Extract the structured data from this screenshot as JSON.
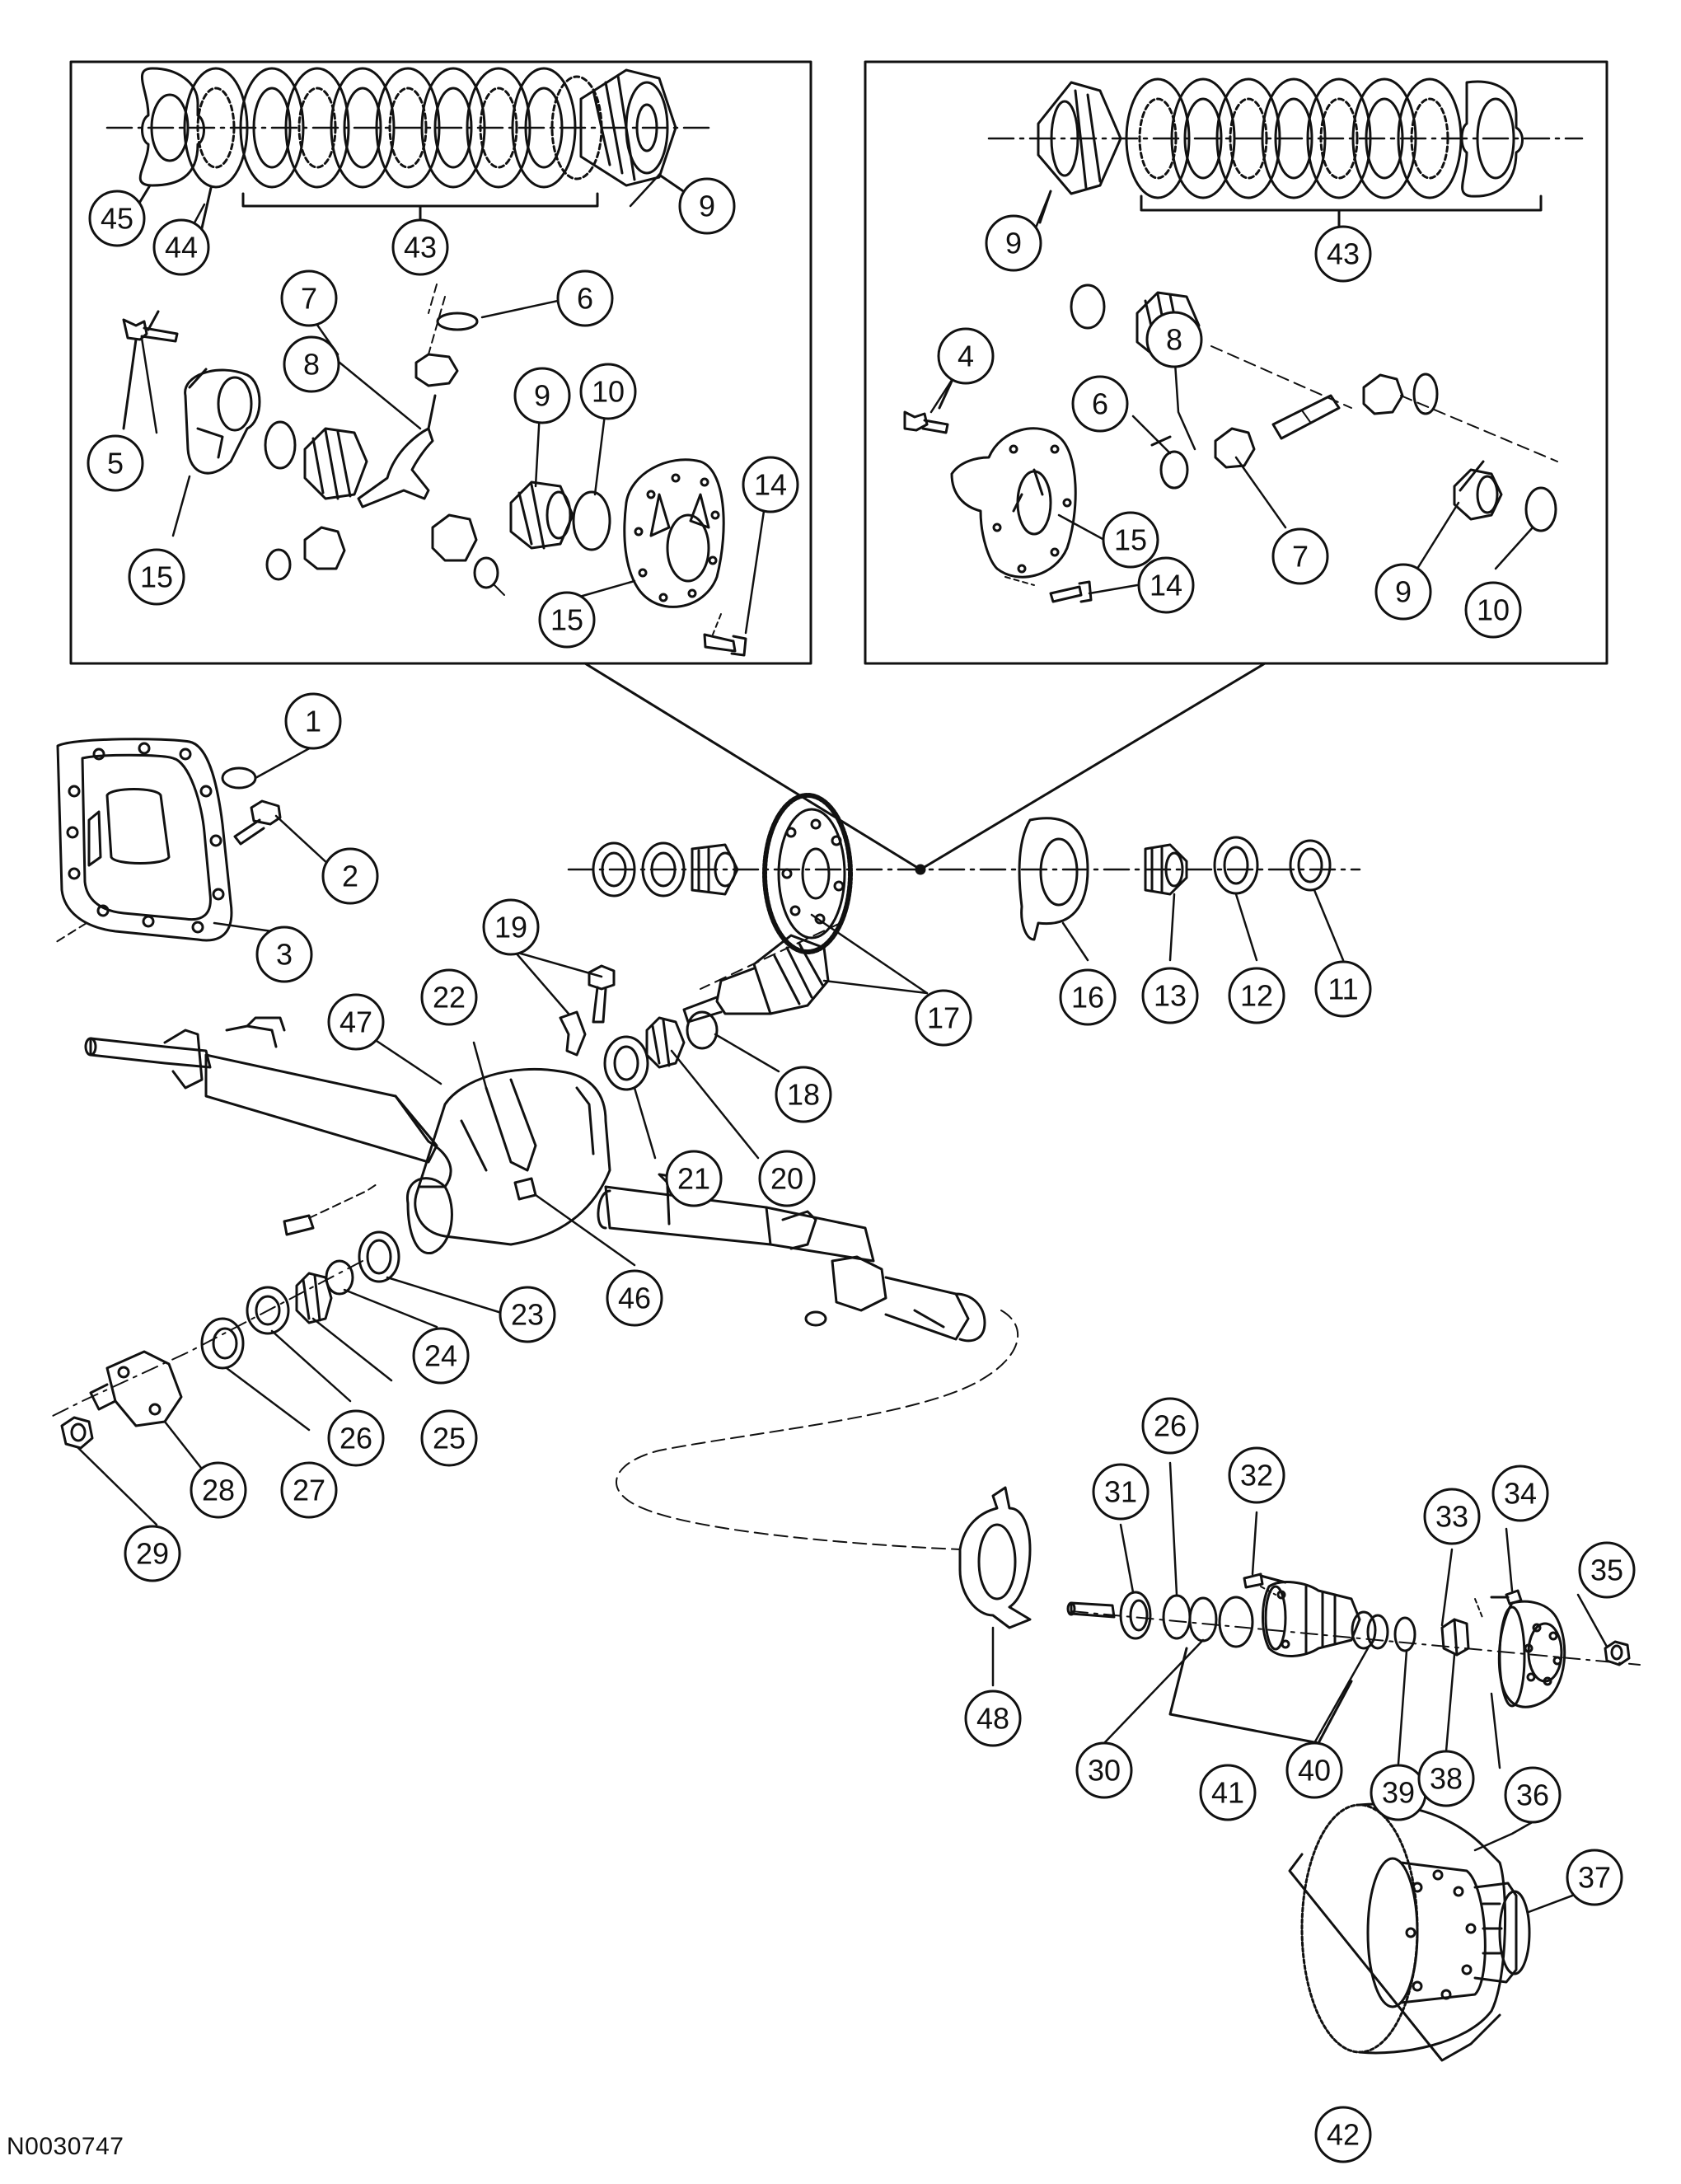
{
  "figure_id": "N0030747",
  "colors": {
    "line": "#111111",
    "paper": "#ffffff"
  },
  "callouts": [
    {
      "key": "45a",
      "label": "45"
    },
    {
      "key": "44a",
      "label": "44"
    },
    {
      "key": "43a",
      "label": "43"
    },
    {
      "key": "9a",
      "label": "9"
    },
    {
      "key": "7a",
      "label": "7"
    },
    {
      "key": "6a",
      "label": "6"
    },
    {
      "key": "8a",
      "label": "8"
    },
    {
      "key": "5a",
      "label": "5"
    },
    {
      "key": "9b",
      "label": "9"
    },
    {
      "key": "10a",
      "label": "10"
    },
    {
      "key": "14a",
      "label": "14"
    },
    {
      "key": "15a",
      "label": "15"
    },
    {
      "key": "15b",
      "label": "15"
    },
    {
      "key": "9c",
      "label": "9"
    },
    {
      "key": "43b",
      "label": "43"
    },
    {
      "key": "4a",
      "label": "4"
    },
    {
      "key": "8b",
      "label": "8"
    },
    {
      "key": "6b",
      "label": "6"
    },
    {
      "key": "15c",
      "label": "15"
    },
    {
      "key": "7b",
      "label": "7"
    },
    {
      "key": "14b",
      "label": "14"
    },
    {
      "key": "9d",
      "label": "9"
    },
    {
      "key": "10b",
      "label": "10"
    },
    {
      "key": "1",
      "label": "1"
    },
    {
      "key": "2",
      "label": "2"
    },
    {
      "key": "3",
      "label": "3"
    },
    {
      "key": "19",
      "label": "19"
    },
    {
      "key": "22",
      "label": "22"
    },
    {
      "key": "47",
      "label": "47"
    },
    {
      "key": "17",
      "label": "17"
    },
    {
      "key": "16",
      "label": "16"
    },
    {
      "key": "13",
      "label": "13"
    },
    {
      "key": "12",
      "label": "12"
    },
    {
      "key": "11",
      "label": "11"
    },
    {
      "key": "18",
      "label": "18"
    },
    {
      "key": "20",
      "label": "20"
    },
    {
      "key": "21",
      "label": "21"
    },
    {
      "key": "46",
      "label": "46"
    },
    {
      "key": "23",
      "label": "23"
    },
    {
      "key": "24",
      "label": "24"
    },
    {
      "key": "25",
      "label": "25"
    },
    {
      "key": "26a",
      "label": "26"
    },
    {
      "key": "27",
      "label": "27"
    },
    {
      "key": "28",
      "label": "28"
    },
    {
      "key": "29",
      "label": "29"
    },
    {
      "key": "26b",
      "label": "26"
    },
    {
      "key": "31",
      "label": "31"
    },
    {
      "key": "32",
      "label": "32"
    },
    {
      "key": "33",
      "label": "33"
    },
    {
      "key": "34",
      "label": "34"
    },
    {
      "key": "35",
      "label": "35"
    },
    {
      "key": "48",
      "label": "48"
    },
    {
      "key": "30",
      "label": "30"
    },
    {
      "key": "41",
      "label": "41"
    },
    {
      "key": "40",
      "label": "40"
    },
    {
      "key": "39",
      "label": "39"
    },
    {
      "key": "38",
      "label": "38"
    },
    {
      "key": "36",
      "label": "36"
    },
    {
      "key": "37",
      "label": "37"
    },
    {
      "key": "42",
      "label": "42"
    }
  ]
}
